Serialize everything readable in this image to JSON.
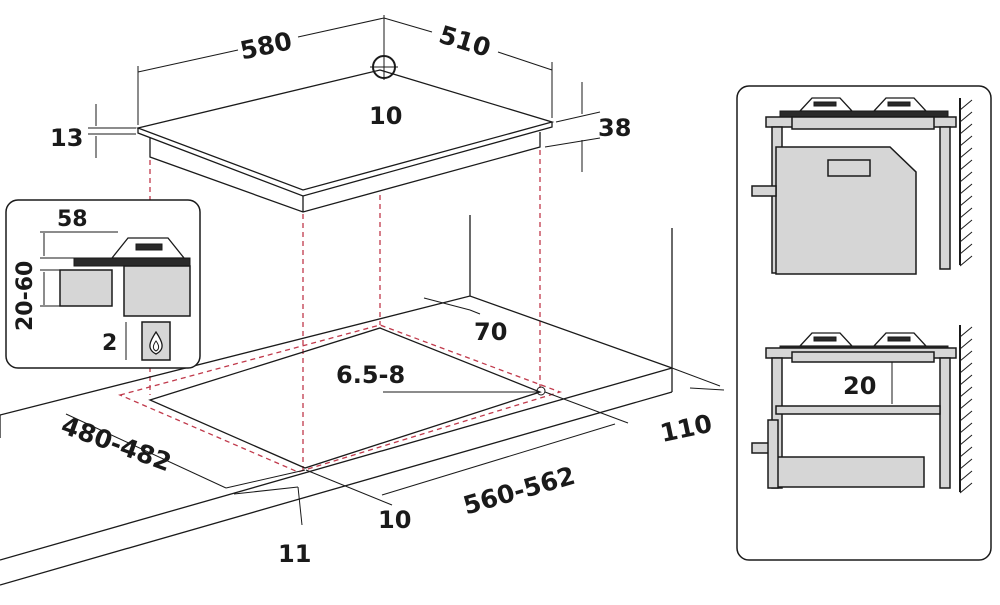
{
  "diagram": {
    "labels": {
      "width": "580",
      "depth": "510",
      "gas_inlet": "10",
      "top_thickness": "13",
      "height": "38",
      "detail_top": "58",
      "detail_side": "20-60",
      "detail_gap": "2",
      "cutout_offset": "70",
      "hole_diameter": "6.5-8",
      "cutout_depth": "480-482",
      "cutout_width": "560-562",
      "back_offset": "110",
      "front_offset": "10",
      "edge_offset": "11",
      "oven_gap": "20"
    },
    "colors": {
      "line": "#1a1a1a",
      "dashed_guide": "#c0394b",
      "panel_fill": "#d6d6d6",
      "hob_top": "#2a2a2a"
    },
    "icons": [
      "gas-flame-icon",
      "gas-inlet-icon"
    ]
  }
}
